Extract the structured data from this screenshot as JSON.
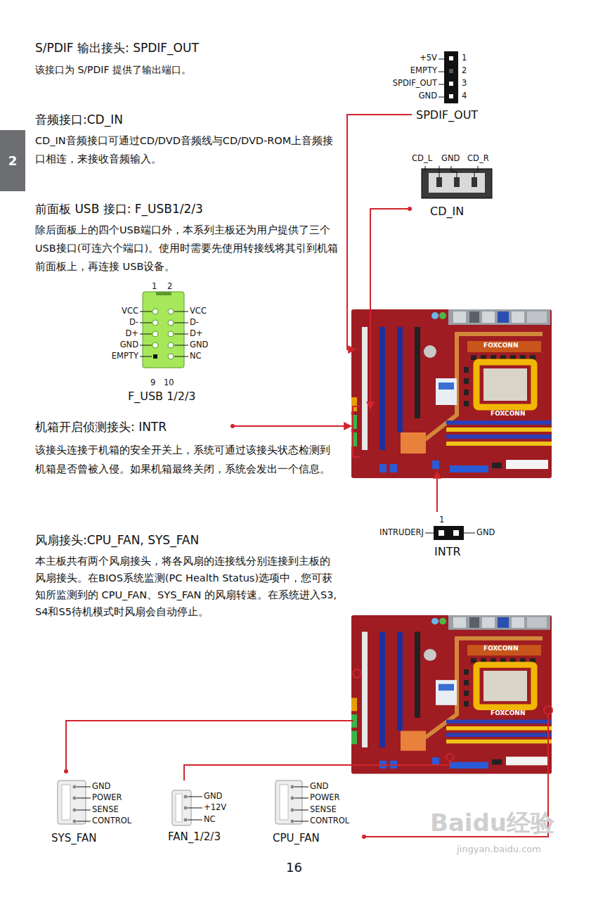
{
  "diagram": {
    "nodes": [
      {
        "text": [
          "2"
        ]
      }
    ],
    "labels": [
      "S/PDIF 输出接头: SPDIF_OUT",
      "该接口为 S/PDIF 提供了输出端口。",
      "+5V",
      "1",
      "EMPTY",
      "2",
      "SPDIF_OUT",
      "3",
      "GND",
      "4",
      "SPDIF_OUT",
      "音频接口:CD_IN",
      "CD_IN音频接口可通过CD/DVD音频线与CD/DVD-ROM上音频接口相连，来接收音频输入。",
      "CD_L",
      "GND",
      "CD_R",
      "CD_IN",
      "前面板 USB 接口: F_USB1/2/3",
      "除后面板上的四个USB端口外，本系列主板还为用户提供了三个USB接口(可连六个端口)。使用时需要先使用转接线将其引到机箱前面板上，再连接 USB设备。",
      "1",
      "2",
      "VCC",
      "VCC",
      "D-",
      "D-",
      "D+",
      "D+",
      "GND",
      "GND",
      "EMPTY",
      "NC",
      "9",
      "10",
      "F_USB 1/2/3",
      "机箱开启侦测接头: INTR",
      "该接头连接于机箱的安全开关上，系统可通过该接头状态检测到机箱是否曾被入侵。如果机箱最终关闭，系统会发出一个信息。",
      "1",
      "INTRUDERJ",
      "GND",
      "INTR",
      "风扇接头:CPU_FAN, SYS_FAN",
      "本主板共有两个风扇接头，将各风扇的连接线分别连接到主板的风扇接头。在BIOS系统监测(PC Health Status)选项中，您可获知所监测到的 CPU_FAN、SYS_FAN 的风扇转速。在系统进入S3, S4和S5待机模式时风扇会自动停止。",
      "GND",
      "POWER",
      "SENSE",
      "CONTROL",
      "SYS_FAN",
      "GND",
      "+12V",
      "NC",
      "FAN_1/2/3",
      "GND",
      "POWER",
      "SENSE",
      "CONTROL",
      "CPU_FAN",
      "16",
      "Baidu经验",
      "jingyan.baidu.com",
      "FOXCONN",
      "FOXCONN",
      "FOXCONN",
      "FOXCONN"
    ]
  }
}
